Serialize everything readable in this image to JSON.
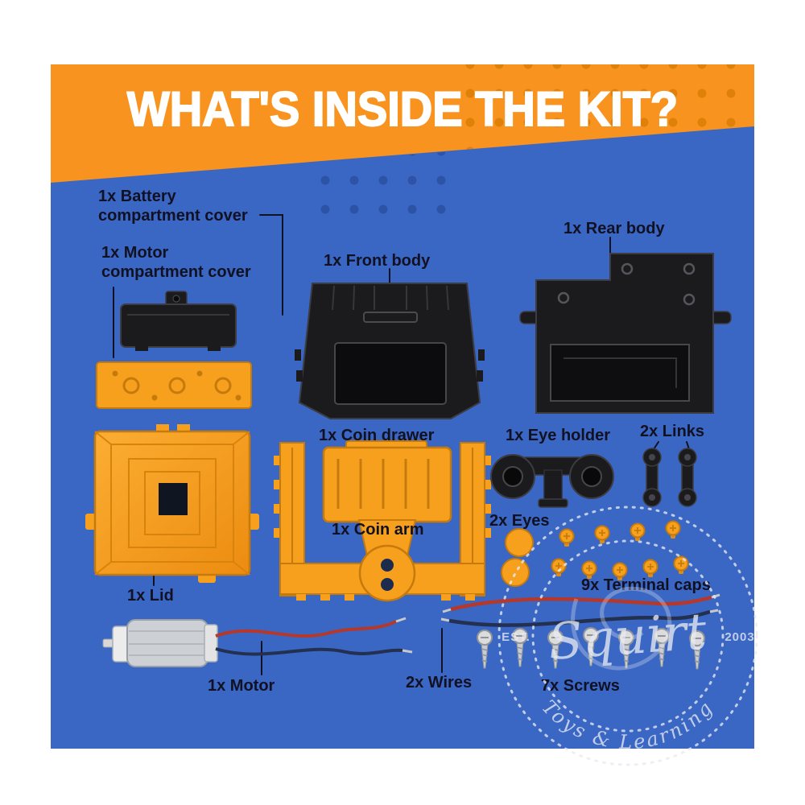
{
  "header": {
    "title": "WHAT'S INSIDE THE KIT?"
  },
  "labels": {
    "battery_cover": "1x Battery\ncompartment cover",
    "motor_cover": "1x Motor\ncompartment cover",
    "front_body": "1x Front body",
    "rear_body": "1x Rear body",
    "coin_drawer": "1x Coin drawer",
    "eye_holder": "1x Eye holder",
    "links": "2x Links",
    "eyes": "2x Eyes",
    "coin_arm": "1x Coin arm",
    "terminal_caps": "9x Terminal caps",
    "lid": "1x Lid",
    "motor": "1x Motor",
    "wires": "2x Wires",
    "screws": "7x Screws"
  },
  "watermark": {
    "brand": "Squirt",
    "tagline": "Toys & Learning",
    "est": "EST.",
    "year": "2003"
  },
  "colors": {
    "header_bg": "#F7931E",
    "header_dots": "#DF8009",
    "panel_bg": "#3A66C4",
    "panel_dots": "#2C53A6",
    "label_text": "#111122",
    "part_orange": "#F6A01E",
    "part_orange_edge": "#C67A0C",
    "part_black": "#1B1B1E"
  }
}
